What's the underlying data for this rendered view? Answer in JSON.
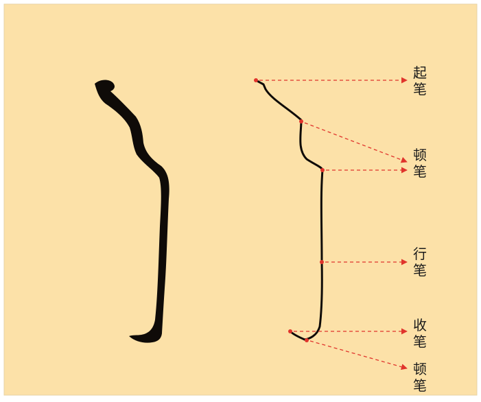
{
  "colors": {
    "paper": "#FCE1A8",
    "ink": "#0F0B08",
    "annotation": "#E0342C"
  },
  "labels": [
    {
      "id": "qibi",
      "chars": [
        "起",
        "笔"
      ]
    },
    {
      "id": "dunbi-1",
      "chars": [
        "顿",
        "笔"
      ]
    },
    {
      "id": "xingbi",
      "chars": [
        "行",
        "笔"
      ]
    },
    {
      "id": "shoubi",
      "chars": [
        "收",
        "笔"
      ]
    },
    {
      "id": "dunbi-2",
      "chars": [
        "顿",
        "笔"
      ]
    }
  ]
}
